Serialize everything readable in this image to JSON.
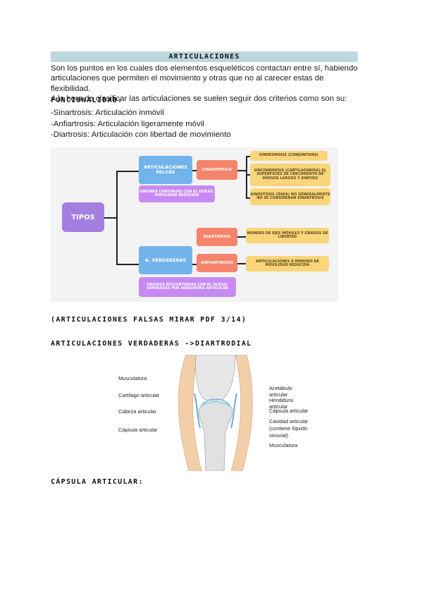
{
  "title": "ARTICULACIONES",
  "intro": {
    "line1": "Son los puntos en los cuales dos elementos esqueléticos contactan entre sí, habiendo",
    "line2": "articulaciones que permiten el movimiento y otras que no al carecer estas de flexibilidad.",
    "line3": "A la hora de clasificar las articulaciones se suelen seguir dos criterios como son su:"
  },
  "funcionalidad": {
    "heading": "FUNCIONALIDAD:",
    "items": [
      "-Sinartrosis: Articulación inmóvil",
      "-Anfiartrosis: Articulación ligeramente móvil",
      "-Diartrosis: Articulación con libertad de movimiento"
    ]
  },
  "diagram": {
    "root": "TIPOS",
    "falsas": "ARTICULACIONES FALSAS",
    "falsas_desc": "UNIONES CONTINUAS CON EL HUESO. MOVILIDAD REDUCIDA",
    "sinartrosis": "SINARTROSIS",
    "sin_1": "SINDESMOSIS (CONJUNTIVAS)",
    "sin_2": "SINCONDROSIS (CARTILAGINOSA) EJ. SUPERFICIES DE CRECIMIENTO DE HUESOS LARGOS Y SINFISIS",
    "sin_3": "SINOSTOSIS (ÓSEA) NO GENERALMENTE NO SE CONSIDERAN SINARTROSIS",
    "verdaderas": "A. VERDADERAS",
    "verdaderas_desc": "UNIONES DISCONTINUAS CON EL HUESO, SEPARADAS POR HENDIDURA ARTICULAR",
    "diartrosis": "DIARTROSIS",
    "diartrosis_desc": "NÚMERO DE EJES MÓVILES Y GRADOS DE LIBERTAD",
    "anfiartrosis": "ANFIARTROSIS",
    "anfiartrosis_desc": "ARTICULACIONES A MENUDO DE MOVILIDAD REDUCIDA"
  },
  "note": "(ARTICULACIONES FALSAS MIRAR PDF 3/14)",
  "section2": "ARTICULACIONES VERDADERAS ->DIARTRODIAL",
  "anatomy": {
    "left": [
      "Musculatura",
      "Cartílago articular",
      "Cabeza articular",
      "Cápsula articular"
    ],
    "right": [
      "Acetábulo articular",
      "Hendidura articular",
      "Cápsula articular",
      "Cavidad articular",
      "(contiene líquido",
      "sinovial)",
      "Musculatura"
    ]
  },
  "section3": "CÁPSULA ARTICULAR:",
  "colors": {
    "title_bar": "#bcd8de",
    "purple": "#a47fe0",
    "blue": "#72b3ec",
    "salmon": "#f4846b",
    "yellow": "#fbd57a",
    "lavender": "#c78af3"
  }
}
